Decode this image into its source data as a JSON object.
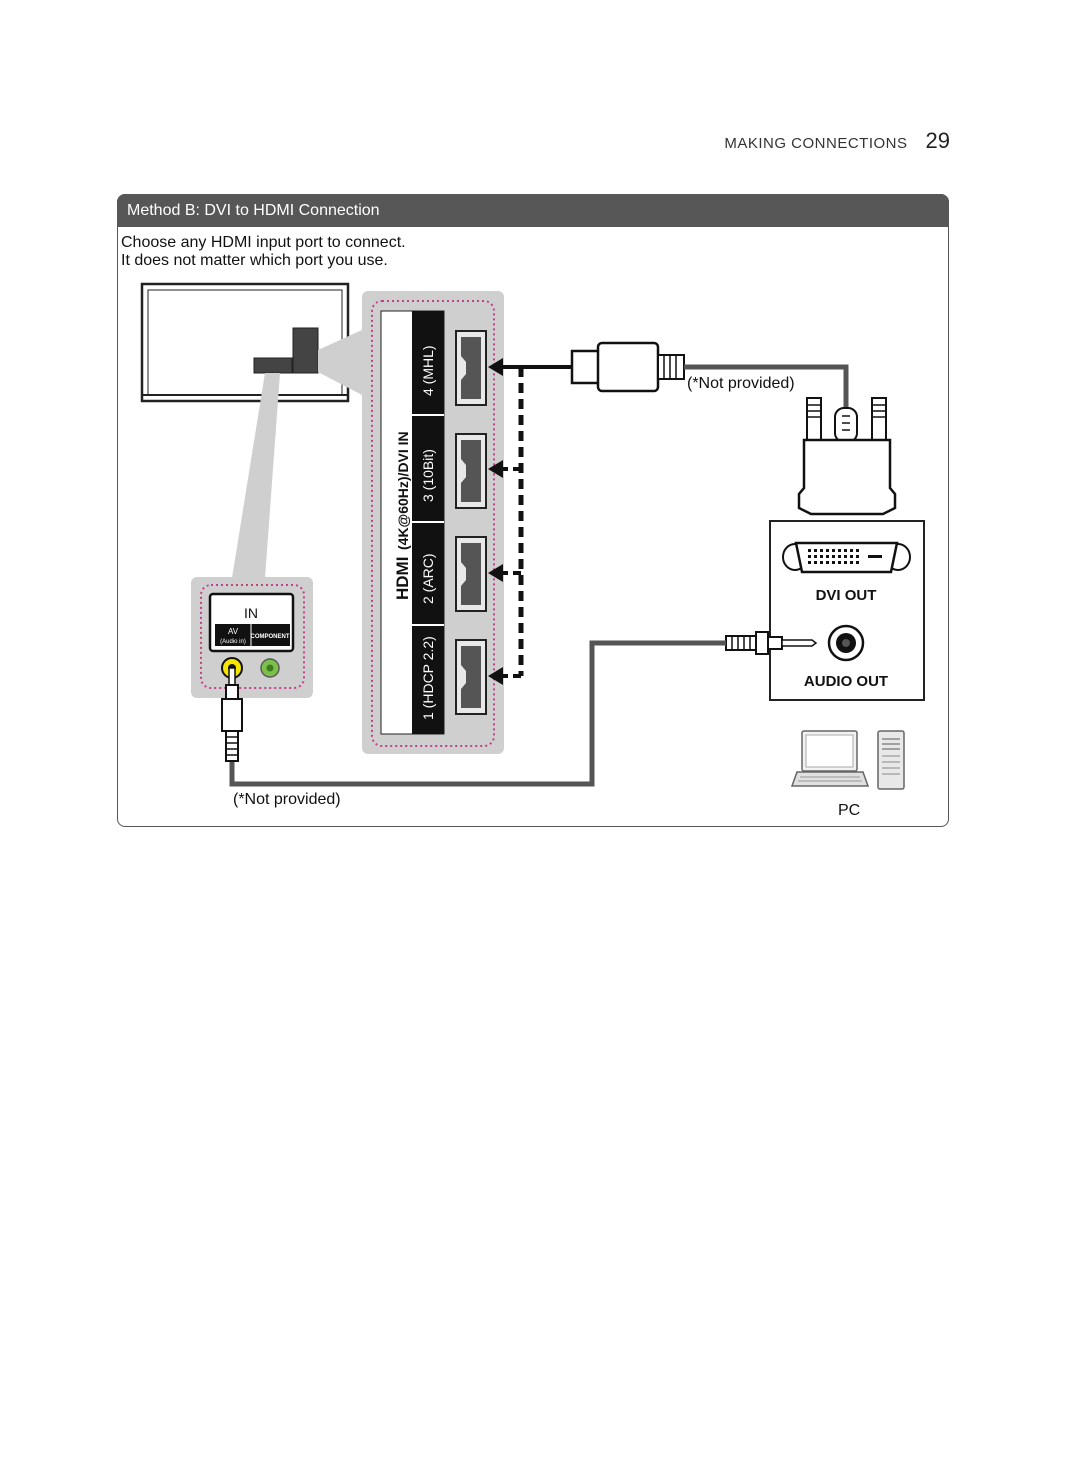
{
  "header": {
    "section": "MAKING CONNECTIONS",
    "page_number": "29"
  },
  "panel": {
    "title": "Method B: DVI to HDMI Connection",
    "intro_line1": "Choose any HDMI input port to connect.",
    "intro_line2": "It does not matter which port you use."
  },
  "hdmi_panel": {
    "brand": "HDMI",
    "group_label": "(4K@60Hz)/DVI IN",
    "ports": [
      {
        "number": "4",
        "note": "(MHL)"
      },
      {
        "number": "3",
        "note": "(10Bit)"
      },
      {
        "number": "2",
        "note": "(ARC)"
      },
      {
        "number": "1",
        "note": "(HDCP 2.2)"
      }
    ]
  },
  "av_panel": {
    "in_label": "IN",
    "av_label": "AV",
    "audio_in_label": "(Audio in)",
    "component_label": "COMPONENT"
  },
  "cable_notes": {
    "hdmi_cable": "(*Not provided)",
    "audio_cable": "(*Not provided)"
  },
  "pc": {
    "dvi_out_label": "DVI OUT",
    "audio_out_label": "AUDIO OUT",
    "label": "PC"
  },
  "colors": {
    "panel_header": "#575757",
    "dotted_outline": "#c0408a",
    "av_jack_yellow": "#f5e400",
    "av_jack_green": "#7cc04a"
  },
  "icons": [
    "tv-back-icon",
    "hdmi-port-icon",
    "hdmi-plug-icon",
    "dvi-plug-icon",
    "dvi-port-icon",
    "audio-jack-icon",
    "audio-plug-icon",
    "laptop-icon",
    "desktop-tower-icon"
  ]
}
